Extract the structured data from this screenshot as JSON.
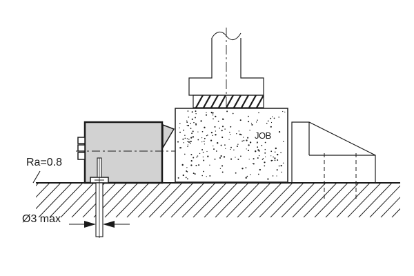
{
  "labels": {
    "job": "JOB",
    "roughness": "Ra=0.8",
    "hole_diameter": "Ø3 max"
  },
  "colors": {
    "line": "#1a1a1a",
    "sensor_fill": "#d2d2d2",
    "background": "#ffffff"
  }
}
